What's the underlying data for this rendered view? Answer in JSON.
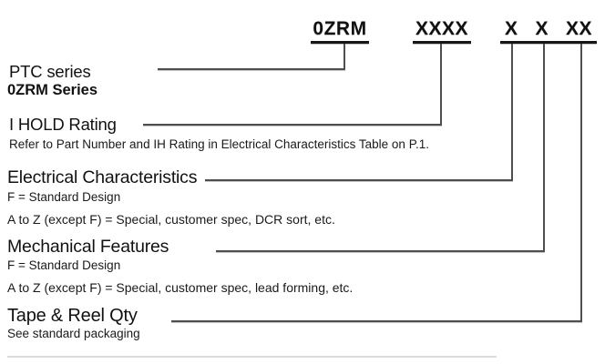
{
  "codes": {
    "series": "0ZRM",
    "ihold": "XXXX",
    "elec": "X",
    "mech": "X",
    "tape": "XX"
  },
  "sections": [
    {
      "title": "PTC series",
      "lines": [
        "0ZRM Series"
      ]
    },
    {
      "title": "I HOLD Rating",
      "lines": [
        "Refer to Part Number and IH Rating in Electrical Characteristics Table on P.1."
      ]
    },
    {
      "title": "Electrical Characteristics",
      "lines": [
        "F = Standard Design",
        "A to Z (except F) = Special, customer spec, DCR sort, etc."
      ]
    },
    {
      "title": "Mechanical Features",
      "lines": [
        "F = Standard Design",
        "A to Z (except F) = Special, customer spec, lead forming, etc."
      ]
    },
    {
      "title": "Tape & Reel Qty",
      "lines": [
        "See standard packaging"
      ]
    }
  ],
  "colors": {
    "text": "#111111",
    "underline": "#161616",
    "connector": "#4e4e4e",
    "divider": "#dcdcdc"
  }
}
